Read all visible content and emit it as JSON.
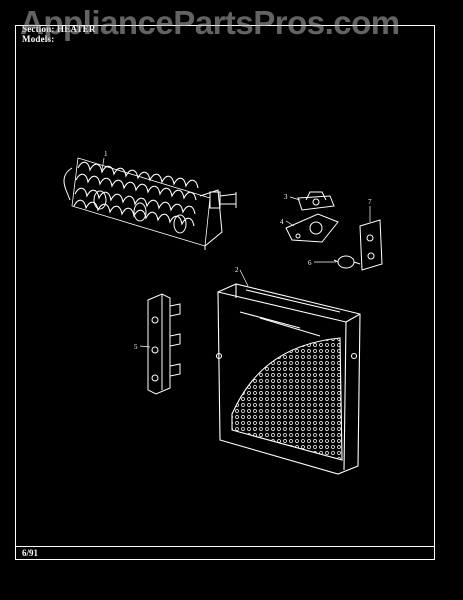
{
  "header": {
    "section_line": "Section: HEATER",
    "model_line": "Models:"
  },
  "footer": {
    "date": "6/91"
  },
  "watermark": {
    "text": "AppliancePartsPros.com"
  },
  "callouts": [
    "1",
    "2",
    "3",
    "4",
    "5",
    "6",
    "7"
  ],
  "colors": {
    "background": "#000000",
    "line_art": "#ffffff"
  }
}
